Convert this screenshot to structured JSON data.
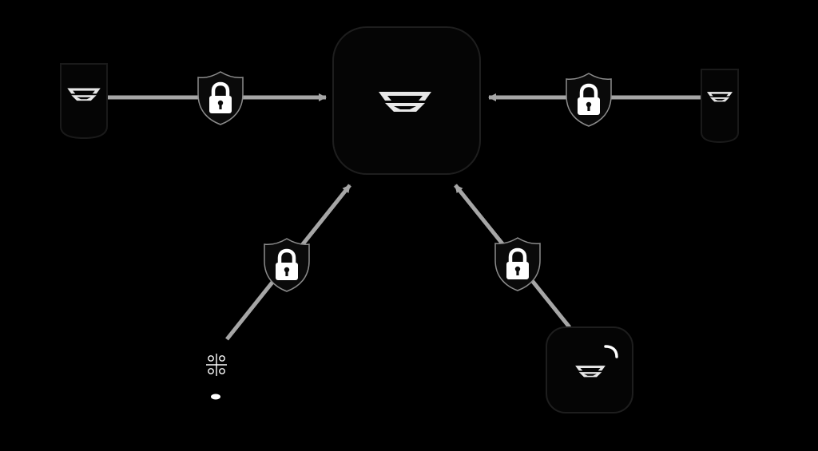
{
  "diagram": {
    "background_color": "#000000",
    "connector_color": "#a6a6a6",
    "device_fill": "#050505",
    "device_outline": "#1e1e1e",
    "logo_color": "#e8e8e8",
    "shield_fill": "#0a0a0a",
    "shield_outline": "#8c8c8c",
    "lock_color": "#ffffff",
    "nodes": [
      {
        "id": "central-hub",
        "icon": "hub-logo-icon"
      },
      {
        "id": "left-sensor",
        "icon": "motion-sensor-icon"
      },
      {
        "id": "right-sensor",
        "icon": "motion-sensor-icon"
      },
      {
        "id": "keypad",
        "icon": "keypad-icon"
      },
      {
        "id": "button-device",
        "icon": "button-device-icon"
      }
    ],
    "connections": [
      {
        "from": "left-sensor",
        "to": "central-hub",
        "encrypted": true,
        "icon": "shield-lock-icon"
      },
      {
        "from": "right-sensor",
        "to": "central-hub",
        "encrypted": true,
        "icon": "shield-lock-icon"
      },
      {
        "from": "keypad",
        "to": "central-hub",
        "encrypted": true,
        "icon": "shield-lock-icon"
      },
      {
        "from": "button-device",
        "to": "central-hub",
        "encrypted": true,
        "icon": "shield-lock-icon"
      }
    ]
  }
}
